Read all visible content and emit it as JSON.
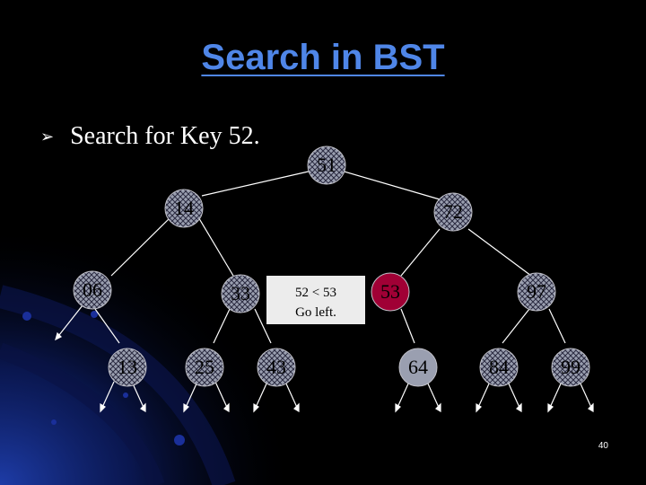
{
  "title": "Search in BST",
  "bullet": {
    "icon": "arrow-bullet-icon",
    "text": "Search for Key 52."
  },
  "colors": {
    "title": "#4f86e8",
    "node_fill": "#9a9fb0",
    "node_hatch": "#2a2a40",
    "highlight_node": "#a00035",
    "note_box": "#ececec",
    "decor_blue": "#1f3fb0"
  },
  "nodes": [
    {
      "id": "n51",
      "label": "51"
    },
    {
      "id": "n14",
      "label": "14"
    },
    {
      "id": "n72",
      "label": "72"
    },
    {
      "id": "n06",
      "label": "06"
    },
    {
      "id": "n33",
      "label": "33"
    },
    {
      "id": "n53",
      "label": "53",
      "highlighted": true
    },
    {
      "id": "n97",
      "label": "97"
    },
    {
      "id": "n13",
      "label": "13"
    },
    {
      "id": "n25",
      "label": "25"
    },
    {
      "id": "n43",
      "label": "43"
    },
    {
      "id": "n64",
      "label": "64",
      "plain": true
    },
    {
      "id": "n84",
      "label": "84"
    },
    {
      "id": "n99",
      "label": "99"
    }
  ],
  "note": {
    "line1": "52 < 53",
    "line2": "Go left."
  },
  "page_number": "40"
}
